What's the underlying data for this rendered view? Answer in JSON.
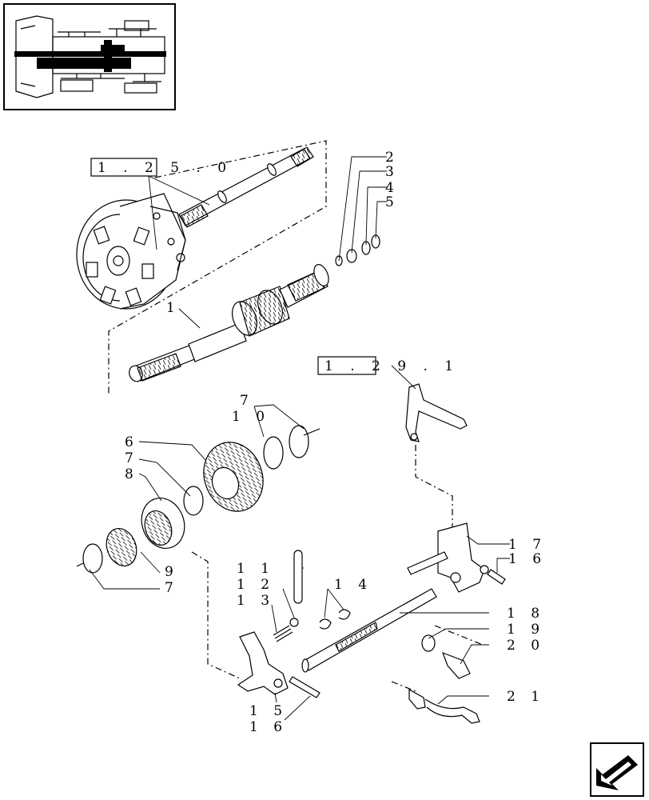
{
  "references": {
    "ref_a": "1 . 2 5 . 0",
    "ref_b": "1 . 2 9 . 1"
  },
  "callouts": {
    "c1": "1",
    "c2": "2",
    "c3": "3",
    "c4": "4",
    "c5": "5",
    "c6": "6",
    "c7a": "7",
    "c7b": "7",
    "c7c": "7",
    "c8": "8",
    "c9": "9",
    "c10": "1 0",
    "c11": "1 1",
    "c12": "1 2",
    "c13": "1 3",
    "c14": "1 4",
    "c15": "1 5",
    "c16a": "1 6",
    "c16b": "1 6",
    "c17": "1 7",
    "c18": "1 8",
    "c19": "1 9",
    "c20": "2 0",
    "c21": "2 1"
  },
  "icons": {
    "thumbnail": "transmission-locator-icon",
    "nav": "next-page-arrow-icon"
  }
}
